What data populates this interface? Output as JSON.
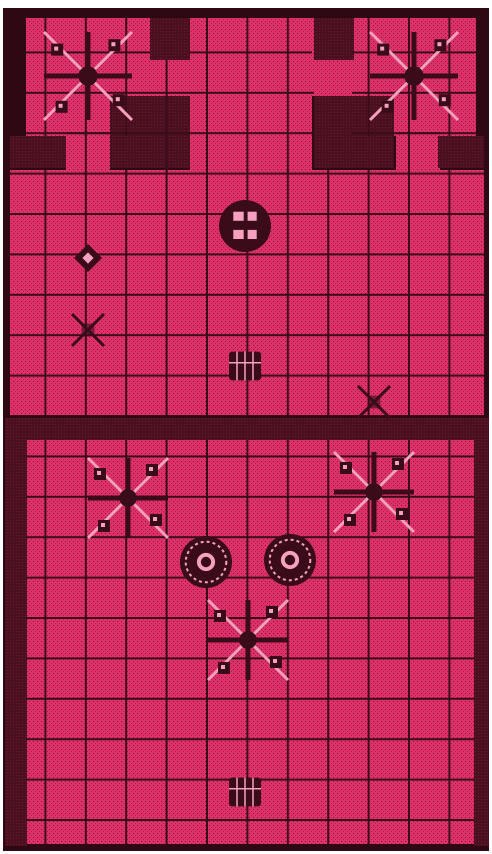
{
  "screen": {
    "background_color": "#ffffff",
    "floor_color": "#e0306a",
    "wall_color": "#4a1020",
    "grid_color": "#3a0c1a",
    "dot_color": "#7a1a3a",
    "sprite_color": "#3a0c1a",
    "sprite_highlight": "#f6a0c0",
    "frame_color": "#2e0812"
  },
  "sprites": [
    {
      "kind": "cross-spinner",
      "label": "cross-spinner-top-left-room"
    },
    {
      "kind": "cross-spinner",
      "label": "cross-spinner-top-right-room"
    },
    {
      "kind": "boulder-b",
      "label": "boulder-upper-hall"
    },
    {
      "kind": "small-diamond",
      "label": "pickup-left-upper"
    },
    {
      "kind": "small-x",
      "label": "x-marker-left-upper"
    },
    {
      "kind": "treasure-chest",
      "label": "chest-upper-hall"
    },
    {
      "kind": "small-x",
      "label": "x-marker-right-upper"
    },
    {
      "kind": "cross-spinner",
      "label": "cross-spinner-lower-left"
    },
    {
      "kind": "cross-spinner",
      "label": "cross-spinner-lower-right"
    },
    {
      "kind": "boulder-ring",
      "label": "boulder-ring-left"
    },
    {
      "kind": "boulder-ring",
      "label": "boulder-ring-right"
    },
    {
      "kind": "cross-spinner",
      "label": "cross-spinner-lower-center"
    },
    {
      "kind": "treasure-chest",
      "label": "chest-lower-hall"
    }
  ]
}
